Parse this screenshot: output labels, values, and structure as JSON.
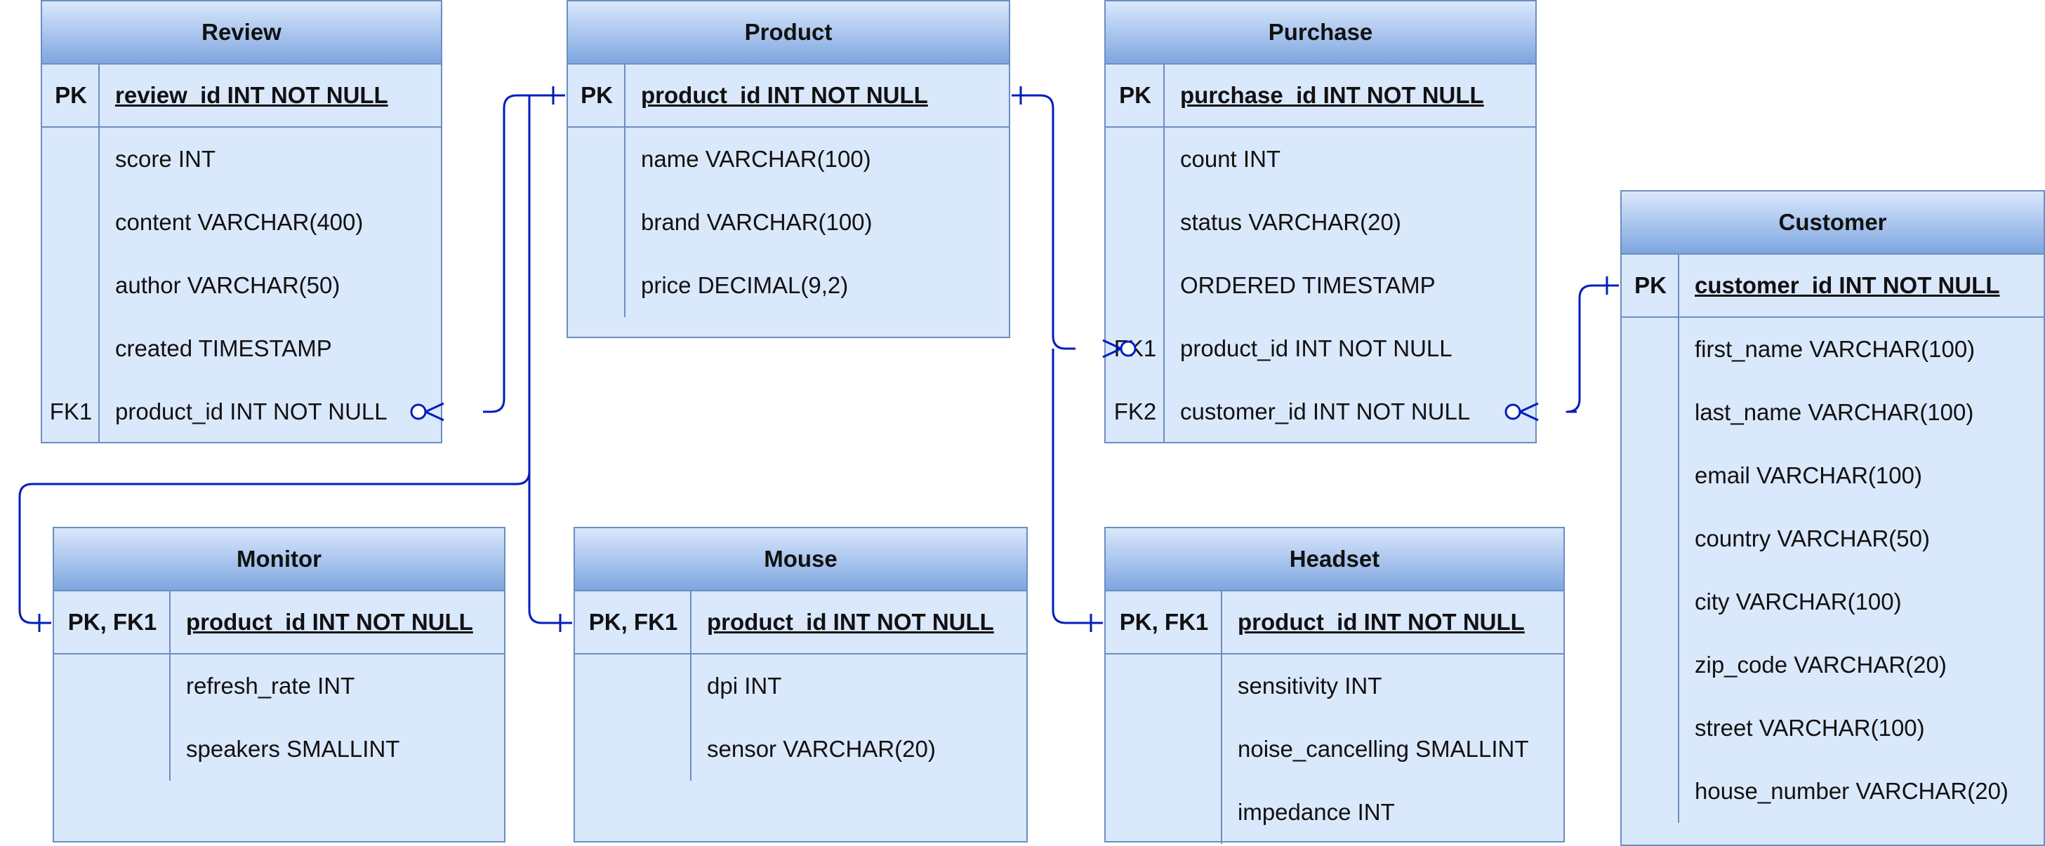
{
  "colors": {
    "entity_fill": "#dae8fc",
    "entity_border": "#6c8ebf",
    "header_gradient_end": "#7ea6e0",
    "connector": "#001dbc"
  },
  "entities": {
    "review": {
      "name": "Review",
      "rows": [
        {
          "key": "PK",
          "field": "review_id INT NOT NULL"
        },
        {
          "key": "",
          "field": "score INT"
        },
        {
          "key": "",
          "field": "content VARCHAR(400)"
        },
        {
          "key": "",
          "field": "author VARCHAR(50)"
        },
        {
          "key": "",
          "field": "created TIMESTAMP"
        },
        {
          "key": "FK1",
          "field": "product_id INT NOT NULL"
        }
      ]
    },
    "product": {
      "name": "Product",
      "rows": [
        {
          "key": "PK",
          "field": "product_id INT NOT NULL"
        },
        {
          "key": "",
          "field": "name VARCHAR(100)"
        },
        {
          "key": "",
          "field": "brand VARCHAR(100)"
        },
        {
          "key": "",
          "field": "price DECIMAL(9,2)"
        }
      ]
    },
    "purchase": {
      "name": "Purchase",
      "rows": [
        {
          "key": "PK",
          "field": "purchase_id INT NOT NULL"
        },
        {
          "key": "",
          "field": "count INT"
        },
        {
          "key": "",
          "field": "status VARCHAR(20)"
        },
        {
          "key": "",
          "field": "ORDERED TIMESTAMP"
        },
        {
          "key": "FK1",
          "field": "product_id INT NOT NULL"
        },
        {
          "key": "FK2",
          "field": "customer_id INT NOT NULL"
        }
      ]
    },
    "customer": {
      "name": "Customer",
      "rows": [
        {
          "key": "PK",
          "field": "customer_id INT NOT NULL"
        },
        {
          "key": "",
          "field": "first_name VARCHAR(100)"
        },
        {
          "key": "",
          "field": "last_name VARCHAR(100)"
        },
        {
          "key": "",
          "field": "email VARCHAR(100)"
        },
        {
          "key": "",
          "field": "country VARCHAR(50)"
        },
        {
          "key": "",
          "field": "city VARCHAR(100)"
        },
        {
          "key": "",
          "field": "zip_code VARCHAR(20)"
        },
        {
          "key": "",
          "field": "street VARCHAR(100)"
        },
        {
          "key": "",
          "field": "house_number VARCHAR(20)"
        }
      ]
    },
    "monitor": {
      "name": "Monitor",
      "rows": [
        {
          "key": "PK, FK1",
          "field": "product_id INT NOT NULL"
        },
        {
          "key": "",
          "field": "refresh_rate INT"
        },
        {
          "key": "",
          "field": "speakers SMALLINT"
        }
      ]
    },
    "mouse": {
      "name": "Mouse",
      "rows": [
        {
          "key": "PK, FK1",
          "field": "product_id INT NOT NULL"
        },
        {
          "key": "",
          "field": "dpi INT"
        },
        {
          "key": "",
          "field": "sensor VARCHAR(20)"
        }
      ]
    },
    "headset": {
      "name": "Headset",
      "rows": [
        {
          "key": "PK, FK1",
          "field": "product_id INT NOT NULL"
        },
        {
          "key": "",
          "field": "sensitivity INT"
        },
        {
          "key": "",
          "field": "noise_cancelling SMALLINT"
        },
        {
          "key": "",
          "field": "impedance INT"
        }
      ]
    }
  }
}
